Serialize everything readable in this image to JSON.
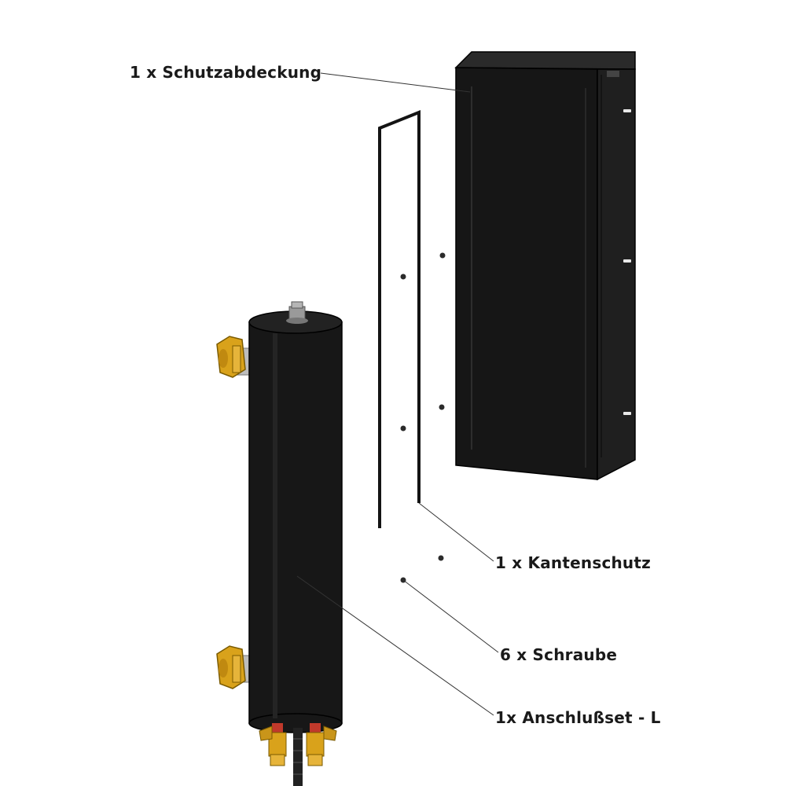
{
  "labels": {
    "cover": "1 x Schutzabdeckung",
    "edge": "1 x Kantenschutz",
    "screws": "6 x Schraube",
    "connection": "1x Anschlußset - L"
  },
  "colors": {
    "part_dark": "#141414",
    "part_edge": "#000000",
    "brass": "#d9a21b",
    "valve_red": "#c0392b",
    "pipe_grey": "#b9b9b9",
    "leader_line": "#333333",
    "background": "#ffffff"
  }
}
